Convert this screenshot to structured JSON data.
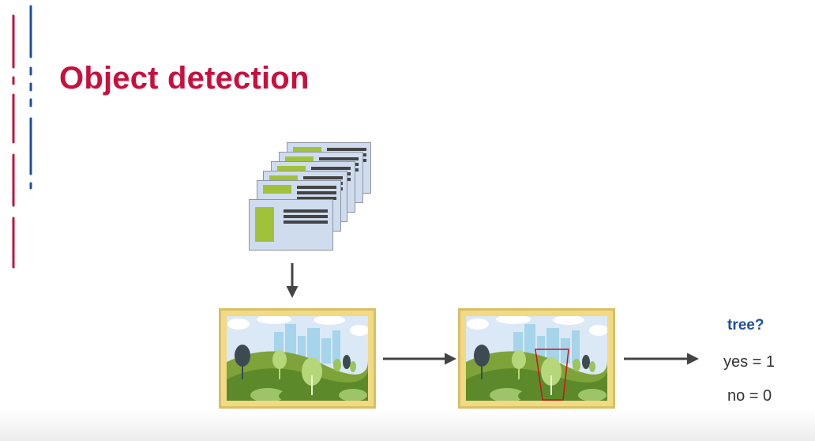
{
  "slide": {
    "title": "Object detection"
  },
  "output": {
    "question": "tree?",
    "yes": "yes = 1",
    "no": "no = 0"
  },
  "colors": {
    "title": "#c8103e",
    "accent_blue": "#1d4f9c",
    "frame": "#f2d984",
    "card": "#cfdcee",
    "card_swatch": "#a2c13a",
    "detection_box": "#d0101a"
  },
  "icons": {
    "stack": "stacked-templates-icon",
    "arrow": "arrow-icon"
  }
}
